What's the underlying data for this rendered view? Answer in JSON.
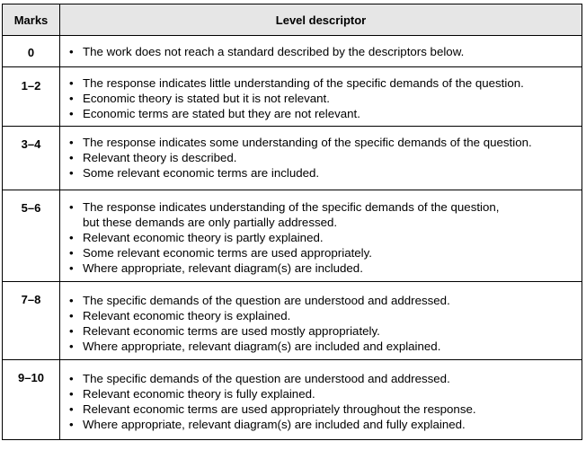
{
  "table": {
    "header": {
      "marks": "Marks",
      "descriptor": "Level descriptor"
    },
    "bullet_symbol": "•",
    "rows": [
      {
        "marks": "0",
        "items": [
          {
            "lines": [
              "The work does not reach a standard described by the descriptors below."
            ]
          }
        ]
      },
      {
        "marks": "1–2",
        "items": [
          {
            "lines": [
              "The response indicates little understanding of the specific demands of the question."
            ]
          },
          {
            "lines": [
              "Economic theory is stated but it is not relevant."
            ]
          },
          {
            "lines": [
              "Economic terms are stated but they are not relevant."
            ]
          }
        ]
      },
      {
        "marks": "3–4",
        "items": [
          {
            "lines": [
              "The response indicates some understanding of the specific demands of the question."
            ]
          },
          {
            "lines": [
              "Relevant theory is described."
            ]
          },
          {
            "lines": [
              "Some relevant economic terms are included."
            ]
          }
        ]
      },
      {
        "marks": "5–6",
        "items": [
          {
            "lines": [
              "The response indicates understanding of the specific demands of the question,",
              "but these demands are only partially addressed."
            ]
          },
          {
            "lines": [
              "Relevant economic theory is partly explained."
            ]
          },
          {
            "lines": [
              "Some relevant economic terms are used appropriately."
            ]
          },
          {
            "lines": [
              "Where appropriate, relevant diagram(s) are included."
            ]
          }
        ]
      },
      {
        "marks": "7–8",
        "items": [
          {
            "lines": [
              "The specific demands of the question are understood and addressed."
            ]
          },
          {
            "lines": [
              "Relevant economic theory is explained."
            ]
          },
          {
            "lines": [
              "Relevant economic terms are used mostly appropriately."
            ]
          },
          {
            "lines": [
              "Where appropriate, relevant diagram(s) are included and explained."
            ]
          }
        ]
      },
      {
        "marks": "9–10",
        "items": [
          {
            "lines": [
              "The specific demands of the question are understood and addressed."
            ]
          },
          {
            "lines": [
              "Relevant economic theory is fully explained."
            ]
          },
          {
            "lines": [
              "Relevant economic terms are used appropriately throughout the response."
            ]
          },
          {
            "lines": [
              "Where appropriate, relevant diagram(s) are included and fully explained."
            ]
          }
        ]
      }
    ]
  }
}
